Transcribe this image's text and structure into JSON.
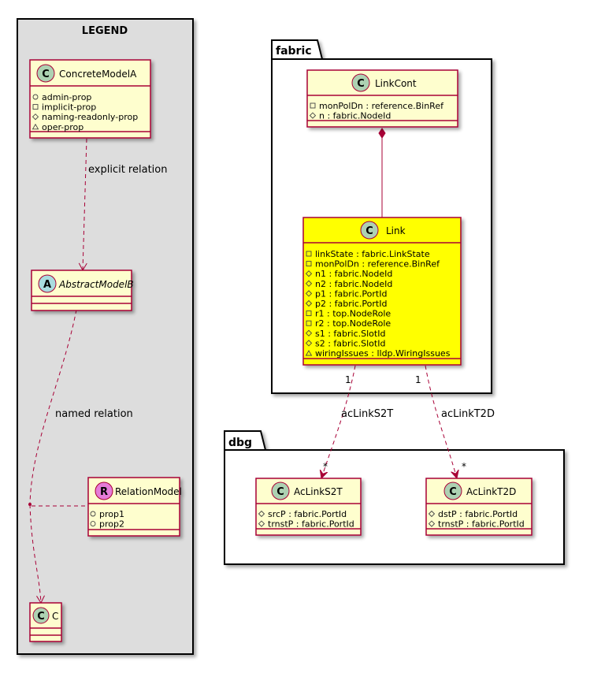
{
  "legend": {
    "title": "LEGEND",
    "concrete_model": {
      "name": "ConcreteModelA",
      "stereotype_letter": "C",
      "props": [
        {
          "vis": "public",
          "text": "admin-prop"
        },
        {
          "vis": "private",
          "text": "implicit-prop"
        },
        {
          "vis": "protected",
          "text": "naming-readonly-prop"
        },
        {
          "vis": "package",
          "text": "oper-prop"
        }
      ]
    },
    "abstract_model": {
      "name": "AbstractModelB",
      "stereotype_letter": "A"
    },
    "relation_model": {
      "name": "RelationModel",
      "stereotype_letter": "R",
      "props": [
        {
          "vis": "public",
          "text": "prop1"
        },
        {
          "vis": "public",
          "text": "prop2"
        }
      ]
    },
    "target_model": {
      "name": "C",
      "stereotype_letter": "C"
    },
    "explicit_relation_label": "explicit relation",
    "named_relation_label": "named relation"
  },
  "fabric": {
    "package_name": "fabric",
    "link_cont": {
      "name": "LinkCont",
      "stereotype_letter": "C",
      "attrs": [
        {
          "vis": "private",
          "text": "monPolDn : reference.BinRef"
        },
        {
          "vis": "protected",
          "text": "n : fabric.NodeId"
        }
      ]
    },
    "link": {
      "name": "Link",
      "stereotype_letter": "C",
      "attrs": [
        {
          "vis": "private",
          "text": "linkState : fabric.LinkState"
        },
        {
          "vis": "private",
          "text": "monPolDn : reference.BinRef"
        },
        {
          "vis": "protected",
          "text": "n1 : fabric.NodeId"
        },
        {
          "vis": "protected",
          "text": "n2 : fabric.NodeId"
        },
        {
          "vis": "protected",
          "text": "p1 : fabric.PortId"
        },
        {
          "vis": "protected",
          "text": "p2 : fabric.PortId"
        },
        {
          "vis": "private",
          "text": "r1 : top.NodeRole"
        },
        {
          "vis": "private",
          "text": "r2 : top.NodeRole"
        },
        {
          "vis": "protected",
          "text": "s1 : fabric.SlotId"
        },
        {
          "vis": "protected",
          "text": "s2 : fabric.SlotId"
        },
        {
          "vis": "package",
          "text": "wiringIssues : lldp.WiringIssues"
        }
      ]
    }
  },
  "dbg": {
    "package_name": "dbg",
    "ac_link_s2t": {
      "name": "AcLinkS2T",
      "stereotype_letter": "C",
      "attrs": [
        {
          "vis": "protected",
          "text": "srcP : fabric.PortId"
        },
        {
          "vis": "protected",
          "text": "trnstP : fabric.PortId"
        }
      ]
    },
    "ac_link_t2d": {
      "name": "AcLinkT2D",
      "stereotype_letter": "C",
      "attrs": [
        {
          "vis": "protected",
          "text": "dstP : fabric.PortId"
        },
        {
          "vis": "protected",
          "text": "trnstP : fabric.PortId"
        }
      ]
    }
  },
  "relations": {
    "s2t": {
      "label": "acLinkS2T",
      "source_mult": "1",
      "target_mult": "*"
    },
    "t2d": {
      "label": "acLinkT2D",
      "source_mult": "1",
      "target_mult": "*"
    }
  },
  "colors": {
    "class_fill": "#FEFECE",
    "class_stroke": "#A80036",
    "link_fill": "#FFFF00",
    "legend_bg": "#DDDDDD",
    "circle_class": "#ADD1B2",
    "circle_abstract": "#A9DCDF",
    "circle_relation": "#E57BD8",
    "vis_private": "#C82930",
    "vis_public": "#84BE84"
  }
}
